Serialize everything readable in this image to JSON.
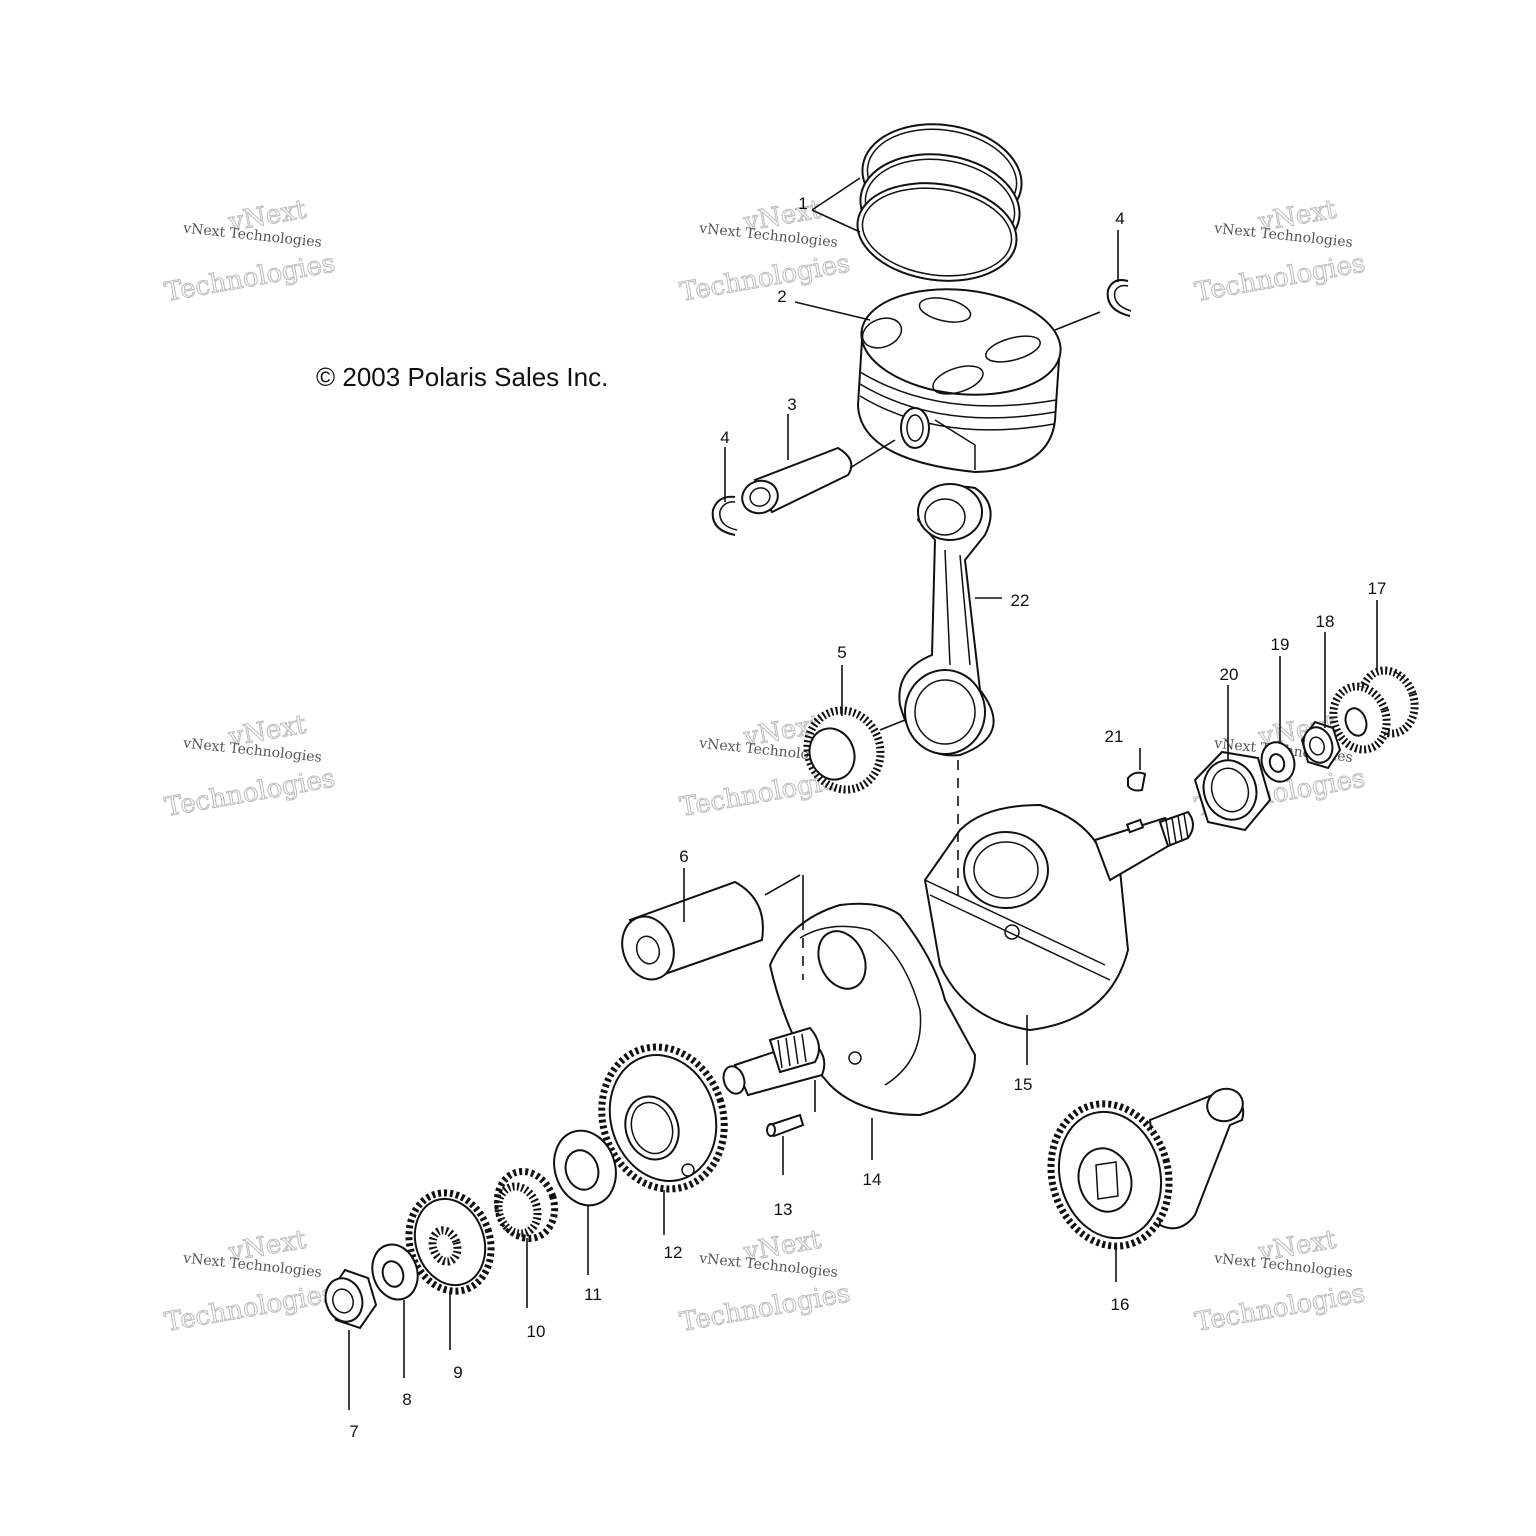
{
  "copyright": "© 2003 Polaris Sales Inc.",
  "watermark": {
    "line_big_1": "vNext",
    "line_big_2": "Technologies",
    "line_small": "vNext Technologies"
  },
  "callouts": [
    "1",
    "2",
    "3",
    "4",
    "4",
    "5",
    "6",
    "7",
    "8",
    "9",
    "10",
    "11",
    "12",
    "13",
    "14",
    "15",
    "16",
    "17",
    "18",
    "19",
    "20",
    "21",
    "22"
  ],
  "parts": [
    {
      "callout": "1",
      "part": "piston-rings"
    },
    {
      "callout": "2",
      "part": "piston"
    },
    {
      "callout": "3",
      "part": "piston-pin"
    },
    {
      "callout": "4",
      "part": "circlip"
    },
    {
      "callout": "5",
      "part": "needle-bearing"
    },
    {
      "callout": "6",
      "part": "crank-pin"
    },
    {
      "callout": "7",
      "part": "nut"
    },
    {
      "callout": "8",
      "part": "washer"
    },
    {
      "callout": "9",
      "part": "drive-gear"
    },
    {
      "callout": "10",
      "part": "gear-bearing"
    },
    {
      "callout": "11",
      "part": "thrust-washer"
    },
    {
      "callout": "12",
      "part": "balancer-drive-gear"
    },
    {
      "callout": "13",
      "part": "dowel-pin"
    },
    {
      "callout": "14",
      "part": "crankshaft-half-left"
    },
    {
      "callout": "15",
      "part": "crankshaft-half-right"
    },
    {
      "callout": "16",
      "part": "balancer-shaft"
    },
    {
      "callout": "17",
      "part": "bearing"
    },
    {
      "callout": "18",
      "part": "nut"
    },
    {
      "callout": "19",
      "part": "washer"
    },
    {
      "callout": "20",
      "part": "flywheel-nut"
    },
    {
      "callout": "21",
      "part": "woodruff-key"
    },
    {
      "callout": "22",
      "part": "connecting-rod"
    }
  ]
}
